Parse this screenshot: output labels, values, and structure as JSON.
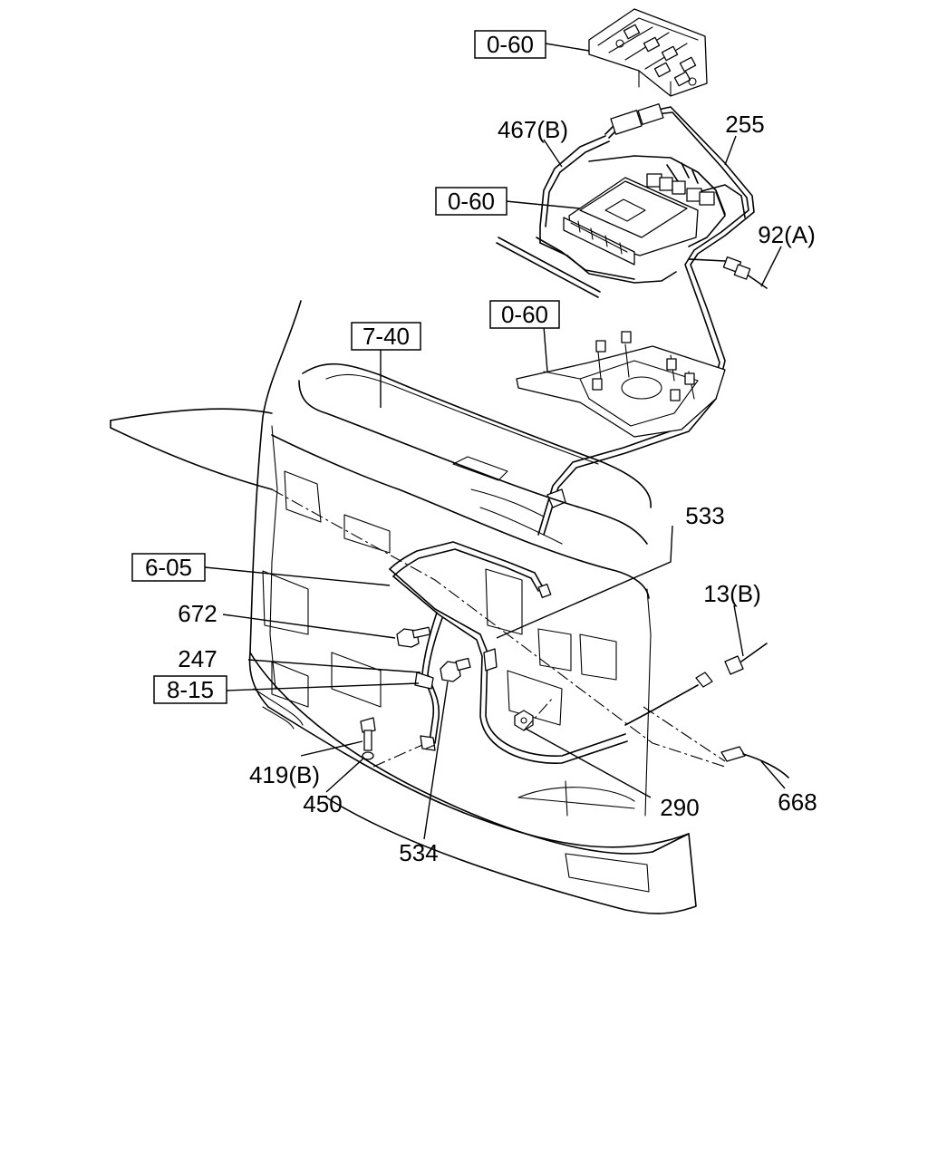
{
  "refs": {
    "ref_top": "0-60",
    "ref_ecu": "0-60",
    "ref_bracket": "0-60",
    "ref_grille": "7-40",
    "ref_washer": "6-05",
    "ref_clamp": "8-15"
  },
  "parts": {
    "p467b": "467(B)",
    "p255": "255",
    "p92a": "92(A)",
    "p533": "533",
    "p13b": "13(B)",
    "p672": "672",
    "p247": "247",
    "p419b": "419(B)",
    "p450": "450",
    "p534": "534",
    "p290": "290",
    "p668": "668"
  }
}
